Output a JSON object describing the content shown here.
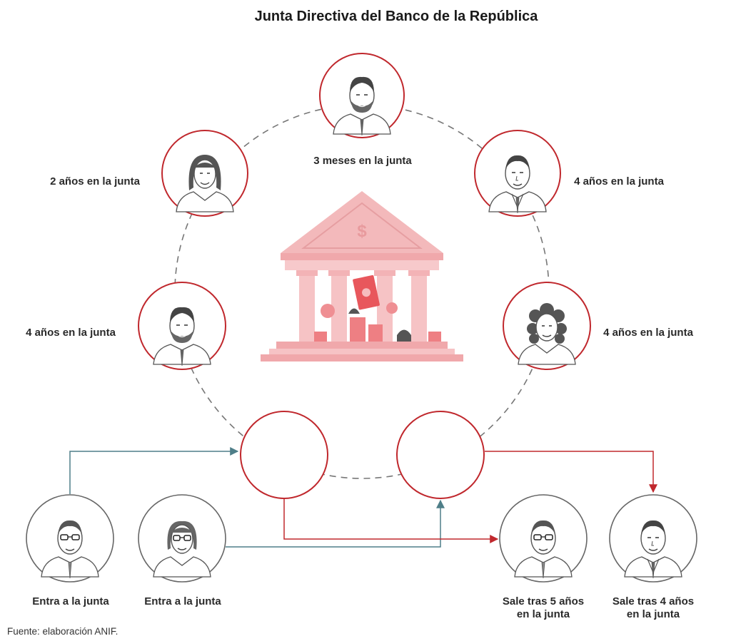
{
  "title": "Junta Directiva del Banco de la República",
  "source": "Fuente: elaboración ANIF.",
  "colors": {
    "accent_red": "#c0282d",
    "teal": "#4e7e88",
    "bank_pink": "#f3b9bb",
    "dashed_ring": "#777777"
  },
  "board_members": [
    {
      "id": "top",
      "label": "3 meses en la junta",
      "icon": "bearded-man-portrait"
    },
    {
      "id": "upper-left",
      "label": "2 años en la junta",
      "icon": "woman-portrait"
    },
    {
      "id": "upper-right",
      "label": "4 años en la junta",
      "icon": "man-portrait"
    },
    {
      "id": "mid-left",
      "label": "4 años en la junta",
      "icon": "bearded-man-portrait"
    },
    {
      "id": "mid-right",
      "label": "4 años en la junta",
      "icon": "curly-hair-woman-portrait"
    }
  ],
  "vacant_seats": [
    "empty-seat-left",
    "empty-seat-right"
  ],
  "entering": [
    {
      "label": "Entra a la junta",
      "icon": "man-with-glasses-portrait"
    },
    {
      "label": "Entra a la junta",
      "icon": "woman-with-glasses-portrait"
    }
  ],
  "leaving": [
    {
      "label": [
        "Sale tras 5 años",
        "en la junta"
      ],
      "icon": "man-with-glasses-portrait"
    },
    {
      "label": [
        "Sale tras 4 años",
        "en la junta"
      ],
      "icon": "man-portrait"
    }
  ],
  "center_icon": "bank-building-icon"
}
